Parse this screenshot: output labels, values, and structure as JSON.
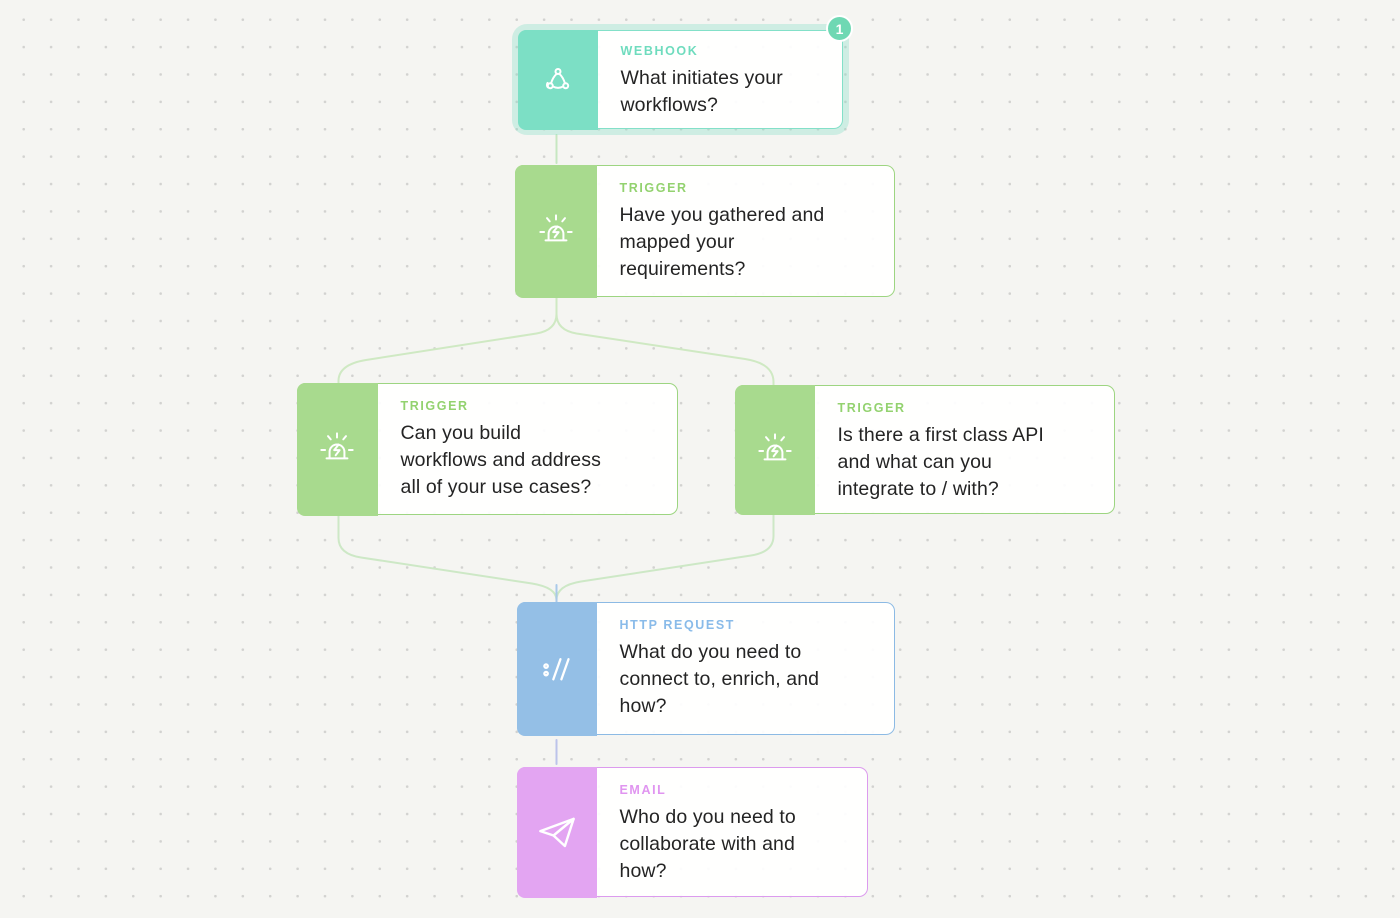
{
  "canvas": {
    "background": "#f5f5f2",
    "dot_color": "#d2d2d0"
  },
  "nodes": [
    {
      "type_label": "WEBHOOK",
      "question": "What initiates your\nworkflows?",
      "icon": "webhook-icon",
      "accent": "#7CDFC5",
      "border": "#83E0C8",
      "label_color": "#6FDCBE",
      "badge_count": "1",
      "selected": true
    },
    {
      "type_label": "TRIGGER",
      "question": "Have you gathered and\nmapped your\nrequirements?",
      "icon": "trigger-siren-icon",
      "accent": "#A8DA8E",
      "border": "#9DD581",
      "label_color": "#93D26F"
    },
    {
      "type_label": "TRIGGER",
      "question": "Can you build\nworkflows and address\nall of your use cases?",
      "icon": "trigger-siren-icon",
      "accent": "#A8DA8E",
      "border": "#9DD581",
      "label_color": "#93D26F"
    },
    {
      "type_label": "TRIGGER",
      "question": "Is there a first class API\nand what can you\nintegrate to / with?",
      "icon": "trigger-siren-icon",
      "accent": "#A8DA8E",
      "border": "#9DD581",
      "label_color": "#93D26F"
    },
    {
      "type_label": "HTTP REQUEST",
      "question": "What do you need to\nconnect to, enrich, and\nhow?",
      "icon": "http-request-icon",
      "accent": "#94BFE6",
      "border": "#8CBAE4",
      "label_color": "#89BBE9"
    },
    {
      "type_label": "EMAIL",
      "question": "Who do you need to\ncollaborate with and\nhow?",
      "icon": "email-send-icon",
      "accent": "#E3A5F2",
      "border": "#DC9BEE",
      "label_color": "#E095F0"
    }
  ],
  "connectors": {
    "webhook_to_trigger": {
      "color": "#c6e7c1"
    },
    "split": {
      "color": "#cfe9c3"
    },
    "merge": {
      "color": "#cde8c6"
    },
    "merge_stub": {
      "color": "#a9c9e9"
    },
    "http_to_email": {
      "color": "#bcc3ea"
    }
  }
}
